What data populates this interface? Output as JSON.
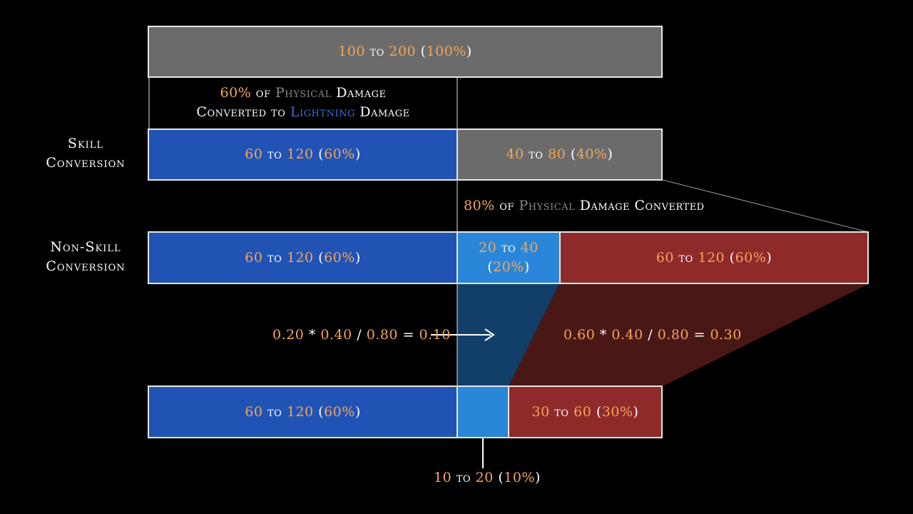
{
  "colors": {
    "background": "#000000",
    "physical": "#6b6b6b",
    "lightning": "#2153b5",
    "lightning_light": "#2a86d8",
    "fire": "#8e2a2a",
    "number": "#f2a65a",
    "border": "#e6e6e6"
  },
  "labels": {
    "skill": [
      "Skill",
      "Conversion"
    ],
    "non_skill": [
      "Non-Skill",
      "Conversion"
    ]
  },
  "notes": {
    "skill_conversion": {
      "pct": "60%",
      "of": "of",
      "physical": "Physical",
      "damage": "Damage",
      "converted_to": "Converted to",
      "lightning": "Lightning",
      "damage2": "Damage"
    },
    "non_skill_conversion": {
      "pct": "80%",
      "of": "of",
      "physical": "Physical",
      "rest": "Damage Converted"
    }
  },
  "formulas": {
    "lightning": {
      "a": "0.20",
      "b": "0.40",
      "c": "0.80",
      "r": "0.10"
    },
    "fire": {
      "a": "0.60",
      "b": "0.40",
      "c": "0.80",
      "r": "0.30"
    },
    "times": "*",
    "div": "/",
    "eq": "="
  },
  "rows": {
    "base": {
      "physical": {
        "min": "100",
        "max": "200",
        "pct": "100%"
      }
    },
    "skill": {
      "lightning": {
        "min": "60",
        "max": "120",
        "pct": "60%"
      },
      "physical": {
        "min": "40",
        "max": "80",
        "pct": "40%"
      }
    },
    "non_skill": {
      "lightning": {
        "min": "60",
        "max": "120",
        "pct": "60%"
      },
      "lightning_extra": {
        "min": "20",
        "max": "40",
        "pct": "20%"
      },
      "fire": {
        "min": "60",
        "max": "120",
        "pct": "60%"
      }
    },
    "final": {
      "lightning": {
        "min": "60",
        "max": "120",
        "pct": "60%"
      },
      "fire": {
        "min": "30",
        "max": "60",
        "pct": "30%"
      },
      "lightning_extra_label": {
        "min": "10",
        "max": "20",
        "pct": "10%"
      }
    }
  },
  "range_word": "to"
}
